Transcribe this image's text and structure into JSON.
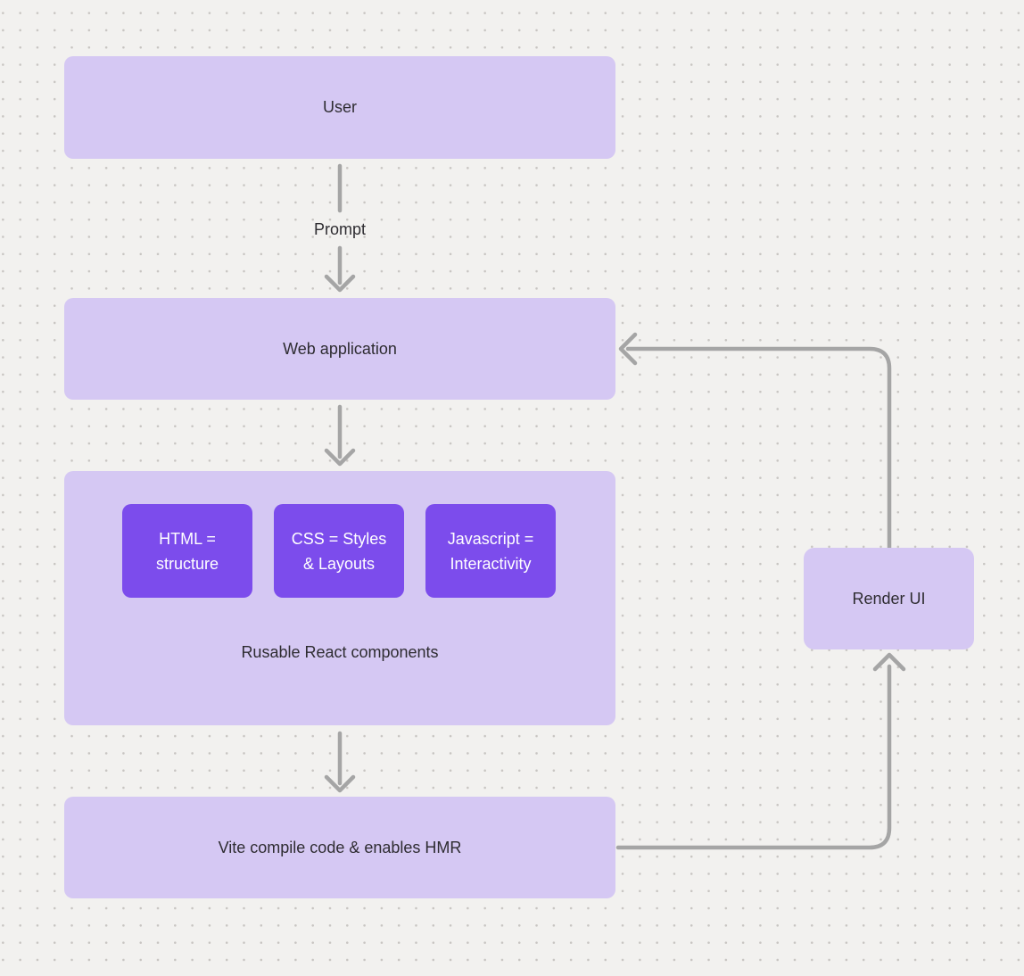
{
  "diagram": {
    "nodes": {
      "user": {
        "label": "User"
      },
      "web_application": {
        "label": "Web application"
      },
      "components_group": {
        "caption": "Rusable React components",
        "children": [
          {
            "lines": [
              "HTML =",
              "structure"
            ]
          },
          {
            "lines": [
              "CSS = Styles",
              "& Layouts"
            ]
          },
          {
            "lines": [
              "Javascript =",
              "Interactivity"
            ]
          }
        ]
      },
      "vite": {
        "label": "Vite compile code & enables HMR"
      },
      "render_ui": {
        "label": "Render UI"
      }
    },
    "edges": [
      {
        "from": "User",
        "to": "Web application",
        "label": "Prompt"
      },
      {
        "from": "Web application",
        "to": "Components group",
        "label": ""
      },
      {
        "from": "Components group",
        "to": "Vite",
        "label": ""
      },
      {
        "from": "Vite",
        "to": "Render UI",
        "label": ""
      },
      {
        "from": "Render UI",
        "to": "Web application",
        "label": ""
      }
    ],
    "colors": {
      "background": "#f2f1ef",
      "dot": "#c8c5c2",
      "node_fill": "#d5c8f3",
      "inner_node_fill": "#7c4cec",
      "inner_node_text": "#ffffff",
      "node_text": "#2e2c31",
      "arrow": "#a5a5a5"
    }
  }
}
